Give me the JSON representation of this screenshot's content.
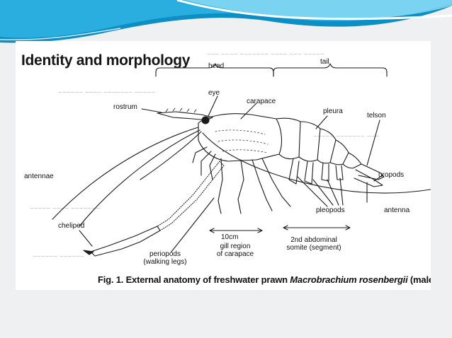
{
  "slide": {
    "title": "Identity and morphology",
    "bg_color": "#eef0f2",
    "banner_colors": [
      "#0b8fc4",
      "#6fd3f0",
      "#ffffff"
    ]
  },
  "diagram": {
    "labels": {
      "head": "head",
      "tail": "tail",
      "eye": "eye",
      "rostrum": "rostrum",
      "carapace": "carapace",
      "pleura": "pleura",
      "telson": "telson",
      "antennae": "antennae",
      "uropods": "uropods",
      "cheliped": "cheliped",
      "pleopods": "pleopods",
      "antenna": "antenna",
      "scale_bar": "10cm",
      "gill_region_line1": "gill region",
      "gill_region_line2": "of carapace",
      "abdominal_line1": "2nd abdominal",
      "abdominal_line2": "somite (segment)",
      "periopods_line1": "periopods",
      "periopods_line2": "(walking legs)"
    },
    "caption_prefix": "Fig. 1. External anatomy of freshwater prawn ",
    "caption_species": "Macrobrachium rosenbergii",
    "caption_suffix": " (male)"
  }
}
